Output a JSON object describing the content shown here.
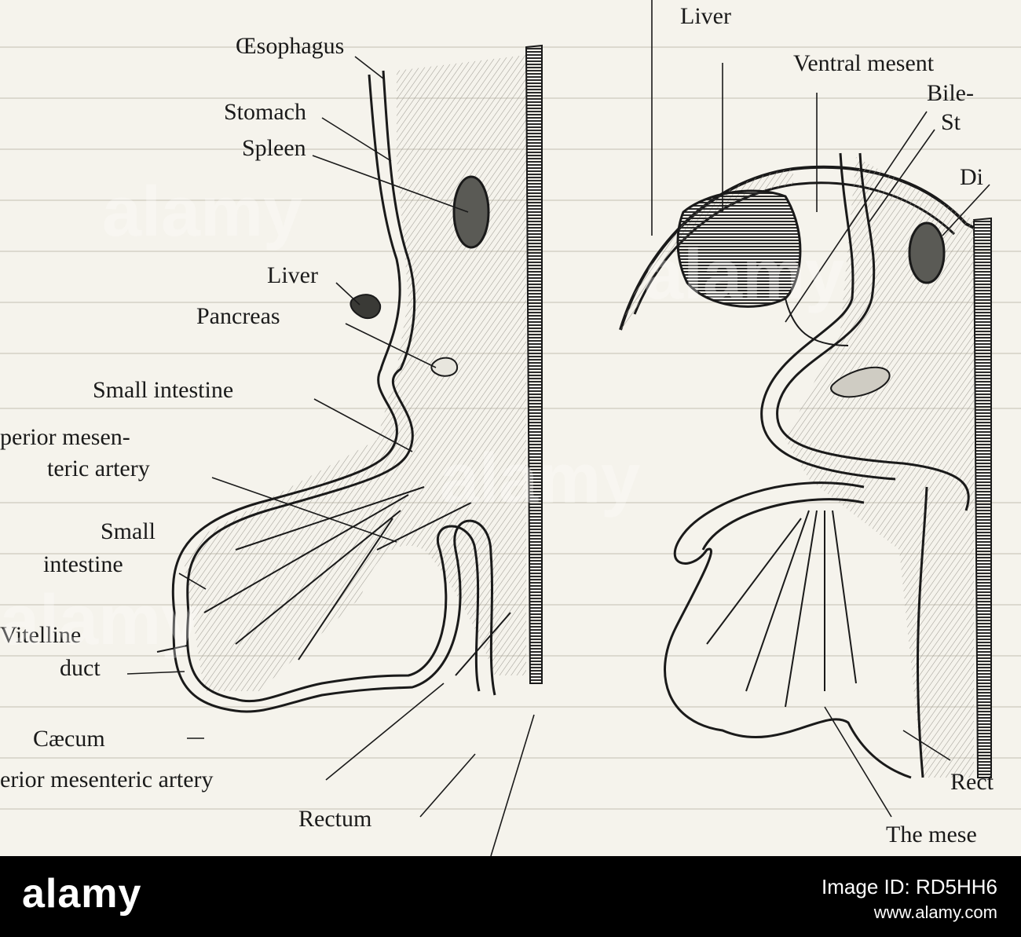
{
  "labels": {
    "left": {
      "oesophagus": "Œsophagus",
      "stomach": "Stomach",
      "spleen": "Spleen",
      "liver": "Liver",
      "pancreas": "Pancreas",
      "small_intestine_1": "Small intestine",
      "sup_mes_artery_1": "perior mesen-",
      "sup_mes_artery_2": "teric artery",
      "small_intestine_2a": "Small",
      "small_intestine_2b": "intestine",
      "vitelline_1": "Vitelline",
      "vitelline_2": "duct",
      "caecum": "Cæcum",
      "inf_mes_artery": "erior mesenteric artery",
      "rectum": "Rectum"
    },
    "right": {
      "liver": "Liver",
      "ventral_mesentery": "Ventral mesent",
      "bile_duct": "Bile-",
      "stomach_partial": "St",
      "diaphragm_partial": "Di",
      "rectum_partial": "Rect",
      "mesentery_partial": "The mese"
    }
  },
  "watermark": {
    "brand": "alamy",
    "color": "#ffffff"
  },
  "footer": {
    "logo": "alamy",
    "image_id": "Image ID: RD5HH6",
    "url": "www.alamy.com",
    "background": "#000000"
  }
}
